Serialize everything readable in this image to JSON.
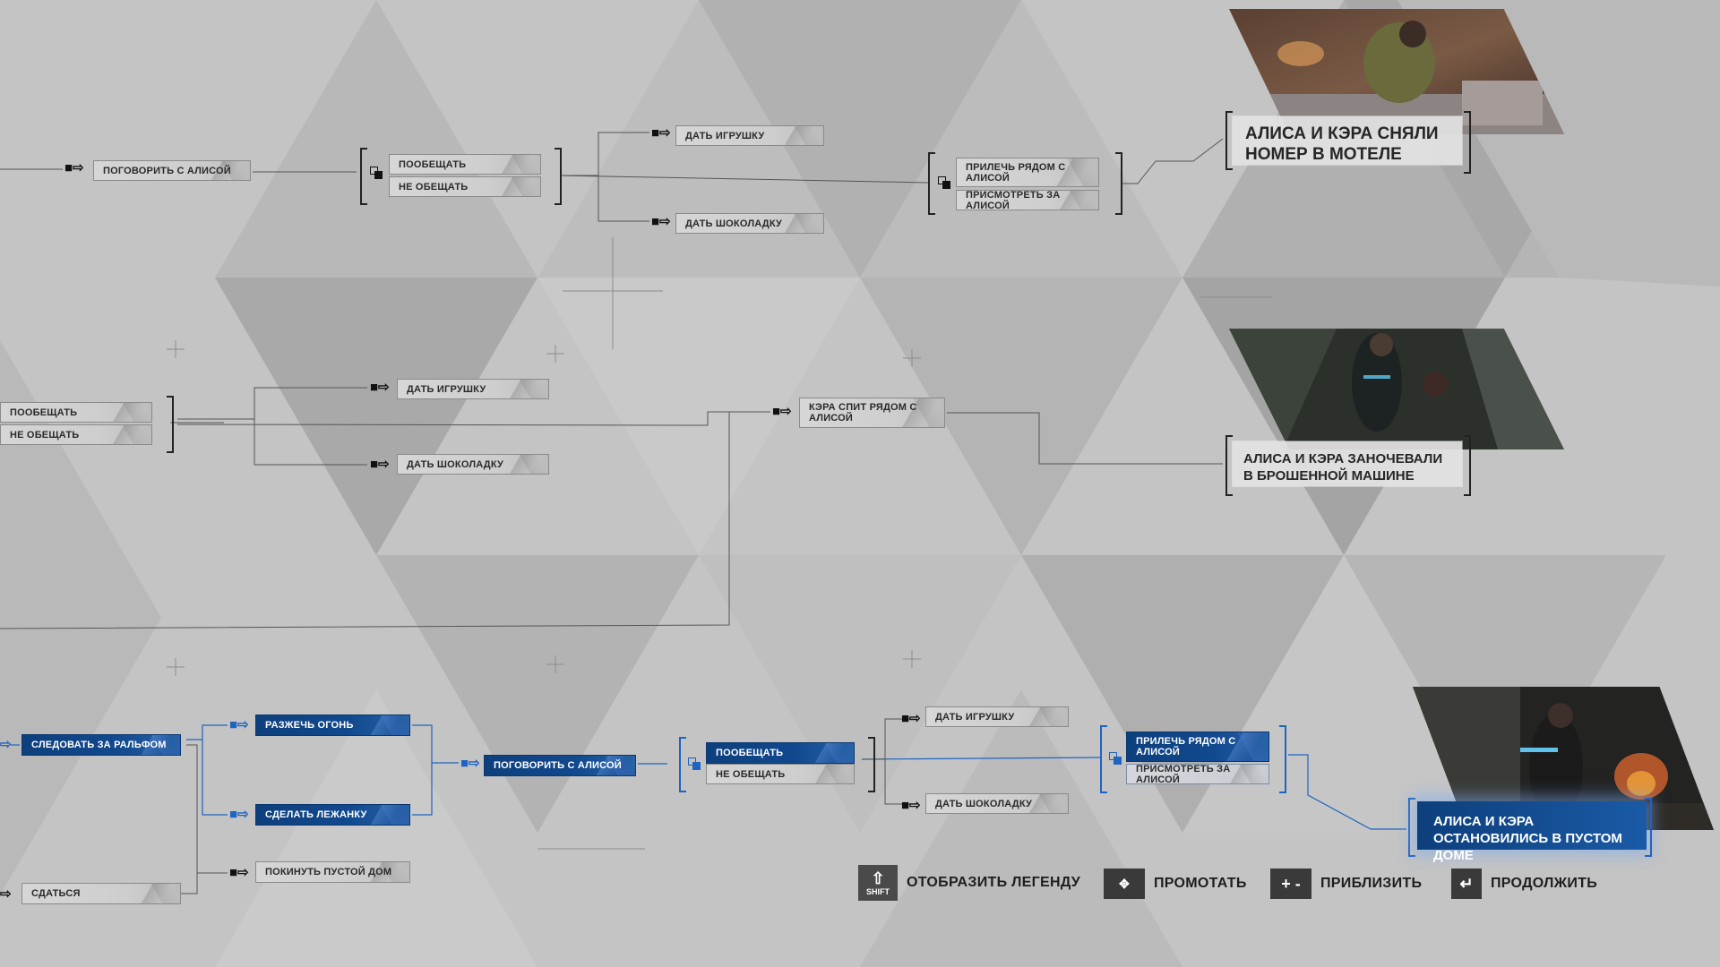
{
  "scenes": {
    "motel": {
      "nodes": {
        "talk_alice": "ПОГОВОРИТЬ С АЛИСОЙ",
        "promise": "ПООБЕЩАТЬ",
        "not_promise": "НЕ ОБЕЩАТЬ",
        "give_toy": "ДАТЬ ИГРУШКУ",
        "give_chocolate": "ДАТЬ ШОКОЛАДКУ",
        "lie_with_alice": "ПРИЛЕЧЬ РЯДОМ С АЛИСОЙ",
        "watch_alice": "ПРИСМОТРЕТЬ ЗА АЛИСОЙ"
      },
      "outcome": "АЛИСА И КЭРА СНЯЛИ НОМЕР В МОТЕЛЕ"
    },
    "car": {
      "nodes": {
        "promise": "ПООБЕЩАТЬ",
        "not_promise": "НЕ ОБЕЩАТЬ",
        "give_toy": "ДАТЬ ИГРУШКУ",
        "give_chocolate": "ДАТЬ ШОКОЛАДКУ",
        "kara_sleeps": "КЭРА СПИТ РЯДОМ С АЛИСОЙ"
      },
      "outcome": "АЛИСА И КЭРА ЗАНОЧЕВАЛИ В БРОШЕННОЙ МАШИНЕ"
    },
    "house": {
      "nodes": {
        "follow_ralph": "СЛЕДОВАТЬ ЗА РАЛЬФОМ",
        "surrender": "СДАТЬСЯ",
        "light_fire": "РАЗЖЕЧЬ ОГОНЬ",
        "make_bed": "СДЕЛАТЬ ЛЕЖАНКУ",
        "leave_house": "ПОКИНУТЬ ПУСТОЙ ДОМ",
        "talk_alice": "ПОГОВОРИТЬ С АЛИСОЙ",
        "promise": "ПООБЕЩАТЬ",
        "not_promise": "НЕ ОБЕЩАТЬ",
        "give_toy": "ДАТЬ ИГРУШКУ",
        "give_chocolate": "ДАТЬ ШОКОЛАДКУ",
        "lie_with_alice": "ПРИЛЕЧЬ РЯДОМ С АЛИСОЙ",
        "watch_alice": "ПРИСМОТРЕТЬ ЗА АЛИСОЙ"
      },
      "outcome": "АЛИСА И КЭРА ОСТАНОВИЛИСЬ В ПУСТОМ ДОМЕ"
    }
  },
  "controls": [
    {
      "key": "SHIFT",
      "key_icon": "shift-key-icon",
      "label": "ОТОБРАЗИТЬ ЛЕГЕНДУ"
    },
    {
      "key": "",
      "key_icon": "move-arrows-icon",
      "label": "ПРОМОТАТЬ"
    },
    {
      "key": "+ -",
      "key_icon": "plus-minus-keys-icon",
      "label": "ПРИБЛИЗИТЬ"
    },
    {
      "key": "",
      "key_icon": "enter-key-icon",
      "label": "ПРОДОЛЖИТЬ"
    }
  ],
  "colors": {
    "background": "#c2c2c2",
    "accent_blue": "#11498e",
    "link_blue": "#1f64c0",
    "link_dark": "#555555"
  }
}
